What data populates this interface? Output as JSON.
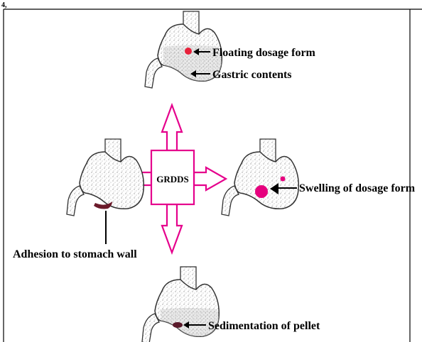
{
  "corner_mark": "4,",
  "center_label": "GRDDS",
  "colors": {
    "arrow_pink": "#e5008c",
    "floating_dot": "#e8203a",
    "swelling_dot": "#e6007e",
    "adhesion_dark": "#6b1a2a",
    "pellet_dark": "#5a1a2a"
  },
  "labels": {
    "floating": "Floating dosage form",
    "gastric": "Gastric contents",
    "swelling": "Swelling of dosage form",
    "adhesion": "Adhesion to stomach wall",
    "sedimentation": "Sedimentation of pellet"
  }
}
